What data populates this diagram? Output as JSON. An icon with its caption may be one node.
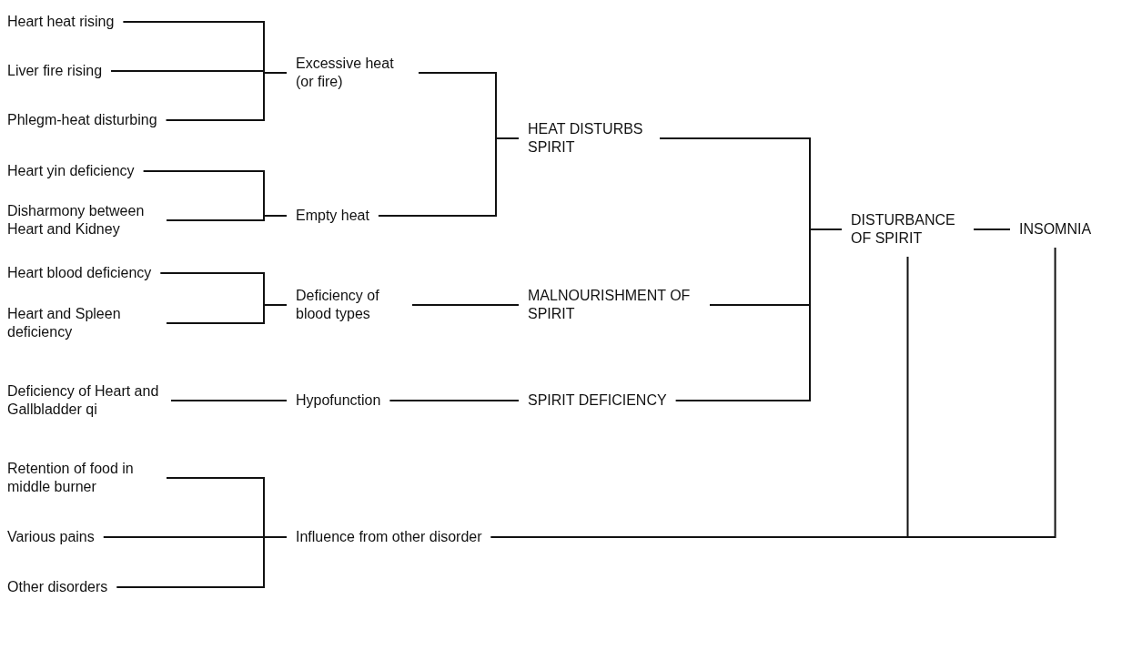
{
  "diagram": {
    "nodes": [
      {
        "text": [
          "Heart heat rising"
        ]
      },
      {
        "text": [
          "Liver fire rising"
        ]
      },
      {
        "text": [
          "Phlegm-heat disturbing"
        ]
      },
      {
        "text": [
          "Heart yin deficiency"
        ]
      },
      {
        "text": [
          "Disharmony between Heart and Kidney"
        ]
      },
      {
        "text": [
          "Heart blood deficiency"
        ]
      },
      {
        "text": [
          "Heart and Spleen deficiency"
        ]
      },
      {
        "text": [
          "Deficiency of Heart and Gallbladder qi"
        ]
      },
      {
        "text": [
          "Retention of food in middle burner"
        ]
      },
      {
        "text": [
          "Various pains"
        ]
      },
      {
        "text": [
          "Other disorders"
        ]
      },
      {
        "text": [
          "Excessive heat (or fire)"
        ]
      },
      {
        "text": [
          "Empty heat"
        ]
      },
      {
        "text": [
          "Deficiency of blood types"
        ]
      },
      {
        "text": [
          "Hypofunction"
        ]
      },
      {
        "text": [
          "Influence from other disorder"
        ]
      },
      {
        "text": [
          "HEAT DISTURBS SPIRIT"
        ]
      },
      {
        "text": [
          "MALNOURISHMENT OF SPIRIT"
        ]
      },
      {
        "text": [
          "SPIRIT DEFICIENCY"
        ]
      },
      {
        "text": [
          "DISTURBANCE OF SPIRIT"
        ]
      },
      {
        "text": [
          "INSOMNIA"
        ]
      }
    ],
    "edges": [
      {
        "from": 0,
        "to": 11,
        "arrow": "none"
      },
      {
        "from": 1,
        "to": 11,
        "arrow": "none"
      },
      {
        "from": 2,
        "to": 11,
        "arrow": "none"
      },
      {
        "from": 3,
        "to": 12,
        "arrow": "none"
      },
      {
        "from": 4,
        "to": 12,
        "arrow": "none"
      },
      {
        "from": 5,
        "to": 13,
        "arrow": "none"
      },
      {
        "from": 6,
        "to": 13,
        "arrow": "none"
      },
      {
        "from": 7,
        "to": 14,
        "arrow": "none"
      },
      {
        "from": 8,
        "to": 15,
        "arrow": "none"
      },
      {
        "from": 9,
        "to": 15,
        "arrow": "none"
      },
      {
        "from": 10,
        "to": 15,
        "arrow": "none"
      },
      {
        "from": 11,
        "to": 16,
        "arrow": "none"
      },
      {
        "from": 12,
        "to": 16,
        "arrow": "none"
      },
      {
        "from": 13,
        "to": 17,
        "arrow": "none"
      },
      {
        "from": 14,
        "to": 18,
        "arrow": "none"
      },
      {
        "from": 16,
        "to": 19,
        "arrow": "none"
      },
      {
        "from": 17,
        "to": 19,
        "arrow": "none"
      },
      {
        "from": 18,
        "to": 19,
        "arrow": "none"
      },
      {
        "from": 19,
        "to": 20,
        "arrow": "none"
      },
      {
        "from": 15,
        "to": 19,
        "arrow": "none"
      },
      {
        "from": 15,
        "to": 20,
        "arrow": "none"
      }
    ]
  }
}
